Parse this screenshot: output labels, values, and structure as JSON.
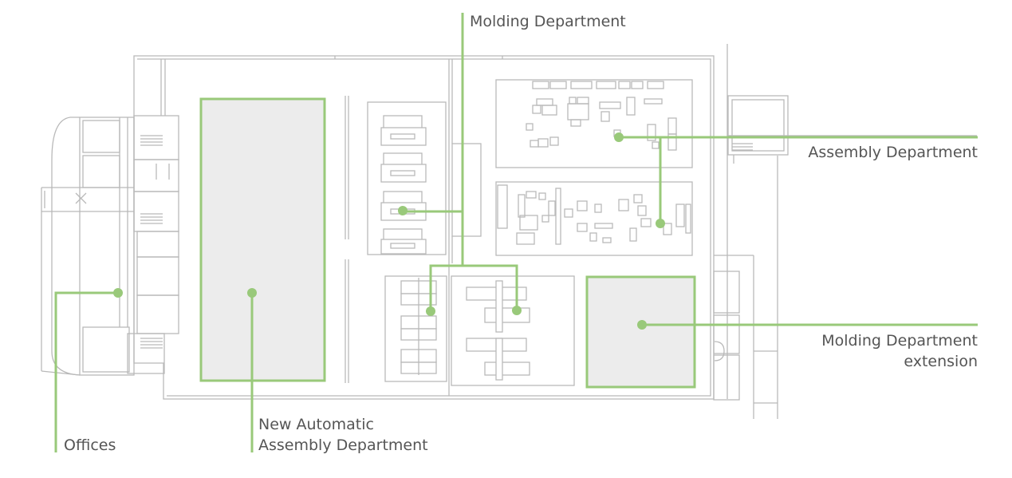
{
  "colors": {
    "accent": "#99c97a",
    "wall": "#b9b9b9",
    "area_fill": "#ececec",
    "text": "#555555"
  },
  "labels": {
    "molding": "Molding Department",
    "assembly": "Assembly Department",
    "molding_ext_line1": "Molding Department",
    "molding_ext_line2": "extension",
    "new_auto_line1": "New Automatic",
    "new_auto_line2": "Assembly Department",
    "offices": "Offices"
  }
}
